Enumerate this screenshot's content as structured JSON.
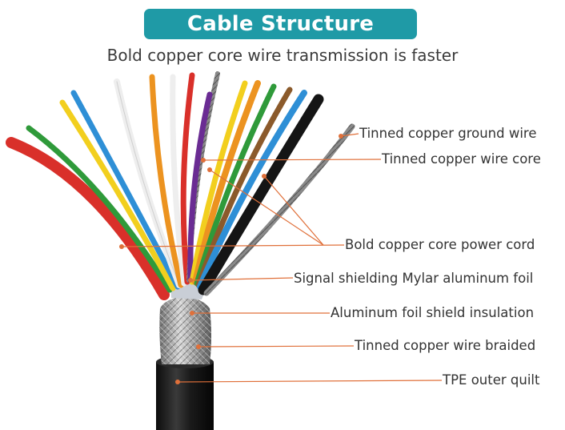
{
  "title": "Cable Structure Diagram",
  "subtitle": "Bold copper core wire transmission is faster",
  "callouts": [
    {
      "id": "tinned-copper-ground-wire",
      "text": "Tinned copper ground wire"
    },
    {
      "id": "tinned-copper-wire-core",
      "text": "Tinned copper wire core"
    },
    {
      "id": "bold-copper-core-power-cord",
      "text": "Bold copper core power cord"
    },
    {
      "id": "signal-shielding-mylar-aluminum-foil",
      "text": "Signal shielding Mylar aluminum foil"
    },
    {
      "id": "aluminum-foil-shield-insulation",
      "text": "Aluminum foil shield insulation"
    },
    {
      "id": "tinned-copper-wire-braided",
      "text": "Tinned copper wire braided"
    },
    {
      "id": "tpe-outer-quilt",
      "text": "TPE outer quilt"
    }
  ],
  "colors": {
    "title_background": "#1f9aa6",
    "leader_line": "#e0703a",
    "wire_red": "#d9302a",
    "wire_green": "#2f9a3a",
    "wire_yellow": "#f2cf1e",
    "wire_blue": "#2e8fd6",
    "wire_white": "#eeeeee",
    "wire_orange": "#ec9320",
    "wire_purple": "#6a2c93",
    "wire_brown": "#8b5a2b",
    "wire_black": "#151515",
    "jacket": "#1a1a1a"
  }
}
